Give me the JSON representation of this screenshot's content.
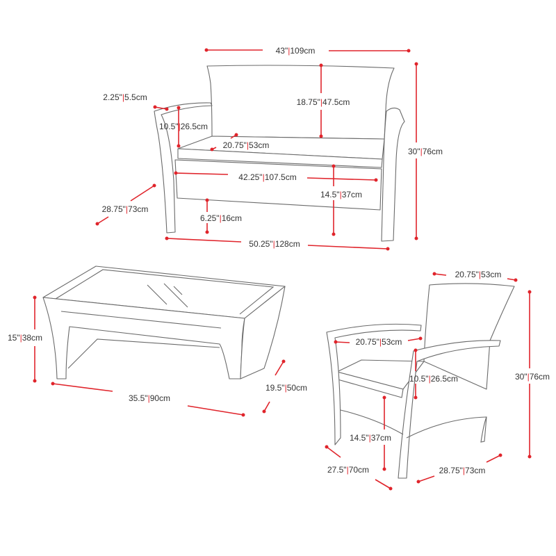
{
  "colors": {
    "dimension": "#e0242b",
    "outline": "#6a6a6a",
    "text": "#333333"
  },
  "separator": "|",
  "loveseat": {
    "width_top": {
      "in": "43\"",
      "cm": "109cm"
    },
    "height": {
      "in": "30\"",
      "cm": "76cm"
    },
    "back_height": {
      "in": "18.75\"",
      "cm": "47.5cm"
    },
    "arm_width": {
      "in": "2.25\"",
      "cm": "5.5cm"
    },
    "arm_height": {
      "in": "10.5\"",
      "cm": "26.5cm"
    },
    "seat_depth": {
      "in": "20.75\"",
      "cm": "53cm"
    },
    "seat_width": {
      "in": "42.25\"",
      "cm": "107.5cm"
    },
    "seat_height": {
      "in": "14.5\"",
      "cm": "37cm"
    },
    "clearance": {
      "in": "6.25\"",
      "cm": "16cm"
    },
    "depth": {
      "in": "28.75\"",
      "cm": "73cm"
    },
    "width": {
      "in": "50.25\"",
      "cm": "128cm"
    }
  },
  "coffee_table": {
    "height": {
      "in": "15\"",
      "cm": "38cm"
    },
    "length": {
      "in": "35.5\"",
      "cm": "90cm"
    },
    "depth": {
      "in": "19.5\"",
      "cm": "50cm"
    }
  },
  "chair": {
    "back_width": {
      "in": "20.75\"",
      "cm": "53cm"
    },
    "seat_width": {
      "in": "20.75\"",
      "cm": "53cm"
    },
    "arm_height": {
      "in": "10.5\"",
      "cm": "26.5cm"
    },
    "seat_height": {
      "in": "14.5\"",
      "cm": "37cm"
    },
    "height": {
      "in": "30\"",
      "cm": "76cm"
    },
    "width": {
      "in": "27.5\"",
      "cm": "70cm"
    },
    "depth": {
      "in": "28.75\"",
      "cm": "73cm"
    }
  }
}
